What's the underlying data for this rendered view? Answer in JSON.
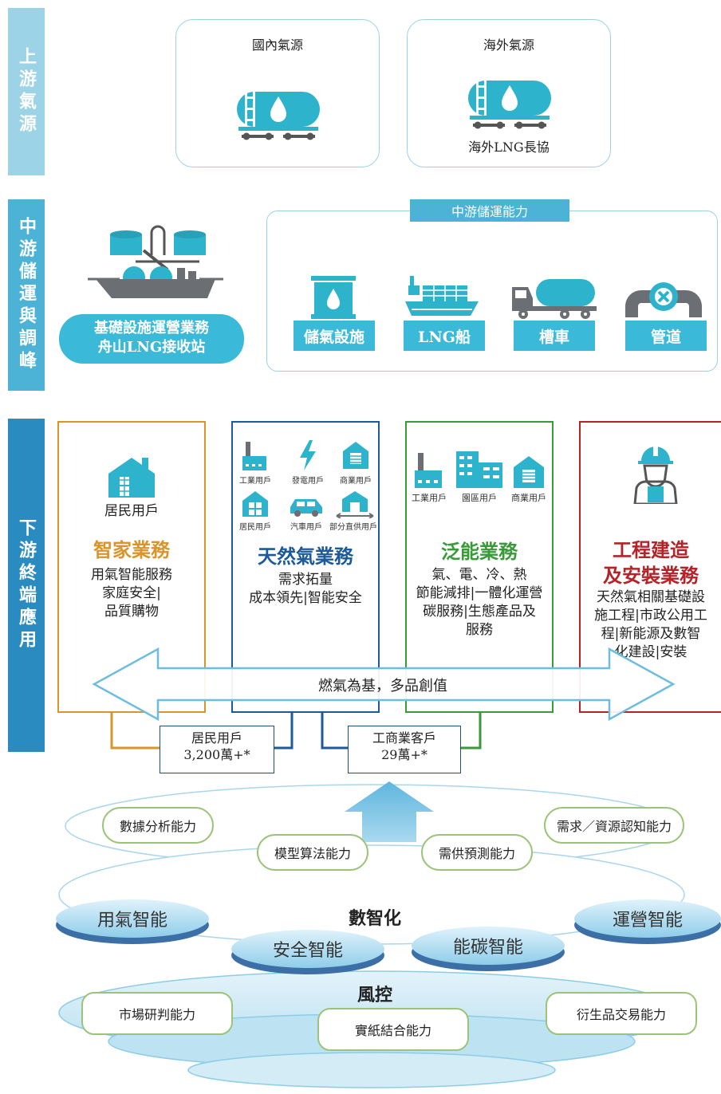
{
  "side_labels": {
    "upstream": "上游氣源",
    "midstream": "中游儲運與調峰",
    "downstream": "下游終端應用"
  },
  "upstream": {
    "domestic": {
      "title": "國內氣源"
    },
    "overseas": {
      "title": "海外氣源",
      "subtitle": "海外LNG長協"
    }
  },
  "midstream": {
    "terminal_label_line1": "基礎設施運營業務",
    "terminal_label_line2": "舟山LNG接收站",
    "capacity_title": "中游儲運能力",
    "items": [
      {
        "label": "儲氣設施",
        "icon": "storage-tank-icon"
      },
      {
        "label": "LNG船",
        "icon": "lng-ship-icon"
      },
      {
        "label": "槽車",
        "icon": "tanker-truck-icon"
      },
      {
        "label": "管道",
        "icon": "pipeline-icon"
      }
    ]
  },
  "downstream": {
    "smart_home": {
      "user_label": "居民用戶",
      "title": "智家業務",
      "desc": [
        "用氣智能服務",
        "家庭安全|",
        "品質購物"
      ],
      "color": "#d9952b"
    },
    "natural_gas": {
      "icons": [
        "工業用戶",
        "發電用戶",
        "商業用戶",
        "居民用戶",
        "汽車用戶",
        "部分直供用戶"
      ],
      "title": "天然氣業務",
      "desc": [
        "需求拓量",
        "成本領先|智能安全"
      ],
      "color": "#1d5a9a"
    },
    "pan_energy": {
      "icons": [
        "工業用戶",
        "園區用戶",
        "商業用戶"
      ],
      "title": "泛能業務",
      "desc": [
        "氣、電、冷、熱",
        "節能減排|一體化運營",
        "碳服務|生態產品及",
        "服務"
      ],
      "color": "#3a9a3a"
    },
    "engineering": {
      "title_line1": "工程建造",
      "title_line2": "及安裝業務",
      "desc": [
        "天然氣相關基礎設",
        "施工程|市政公用工",
        "程|新能源及數智",
        "化建設|安裝"
      ],
      "color": "#b52328"
    },
    "arrow_text": "燃氣為基，多品創值",
    "residential_count": {
      "label": "居民用戶",
      "value": "3,200萬+*"
    },
    "commercial_count": {
      "label": "工商業客戶",
      "value": "29萬+*"
    }
  },
  "digital": {
    "top_pills": [
      "數據分析能力",
      "模型算法能力",
      "需供預測能力",
      "需求／資源認知能力"
    ],
    "center_label": "數智化",
    "discs": [
      "用氣智能",
      "安全智能",
      "能碳智能",
      "運營智能"
    ],
    "risk_label": "風控",
    "bottom_pills": [
      "市場研判能力",
      "實紙結合能力",
      "衍生品交易能力"
    ]
  },
  "colors": {
    "upstream_band": "#9cd3e6",
    "midstream_band": "#4cb3d6",
    "downstream_band": "#2a8bc0",
    "accent_cyan": "#3ab9d8",
    "arrow_blue": "#6dbde0"
  }
}
